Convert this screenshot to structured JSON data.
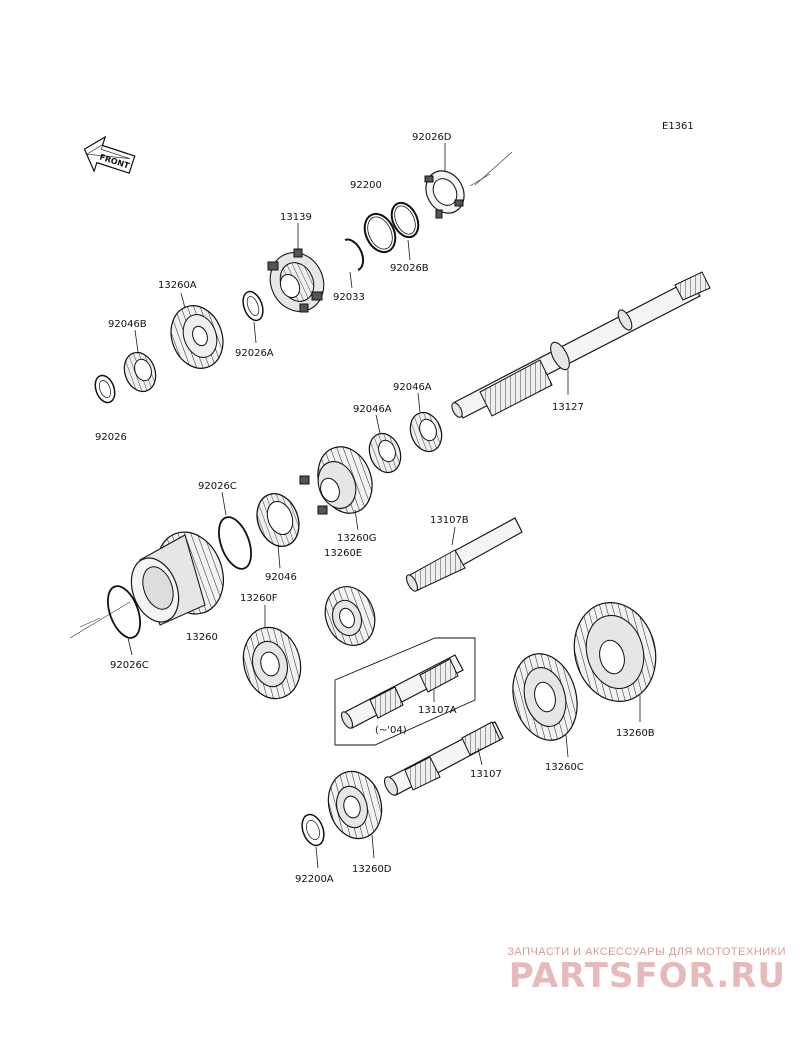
{
  "diagram": {
    "code": "E1361",
    "front_label": "FRONT",
    "note": "(~'04)",
    "labels": {
      "p92026D": "92026D",
      "p92200": "92200",
      "p13139": "13139",
      "p92033": "92033",
      "p92026B": "92026B",
      "p13260A": "13260A",
      "p92026A": "92026A",
      "p92046B": "92046B",
      "p92026": "92026",
      "p13127": "13127",
      "p92046A_1": "92046A",
      "p92046A_2": "92046A",
      "p92026C_1": "92026C",
      "p13260G": "13260G",
      "p13260E": "13260E",
      "p92046": "92046",
      "p13107B": "13107B",
      "p13260F": "13260F",
      "p13260": "13260",
      "p92026C_2": "92026C",
      "p13107A": "13107A",
      "p13107": "13107",
      "p13260C": "13260C",
      "p13260B": "13260B",
      "p92200A": "92200A",
      "p13260D": "13260D"
    }
  },
  "watermark": {
    "tagline": "ЗАПЧАСТИ И АКСЕССУАРЫ ДЛЯ МОТОТЕХНИКИ",
    "brand": "PARTSFOR.RU"
  }
}
